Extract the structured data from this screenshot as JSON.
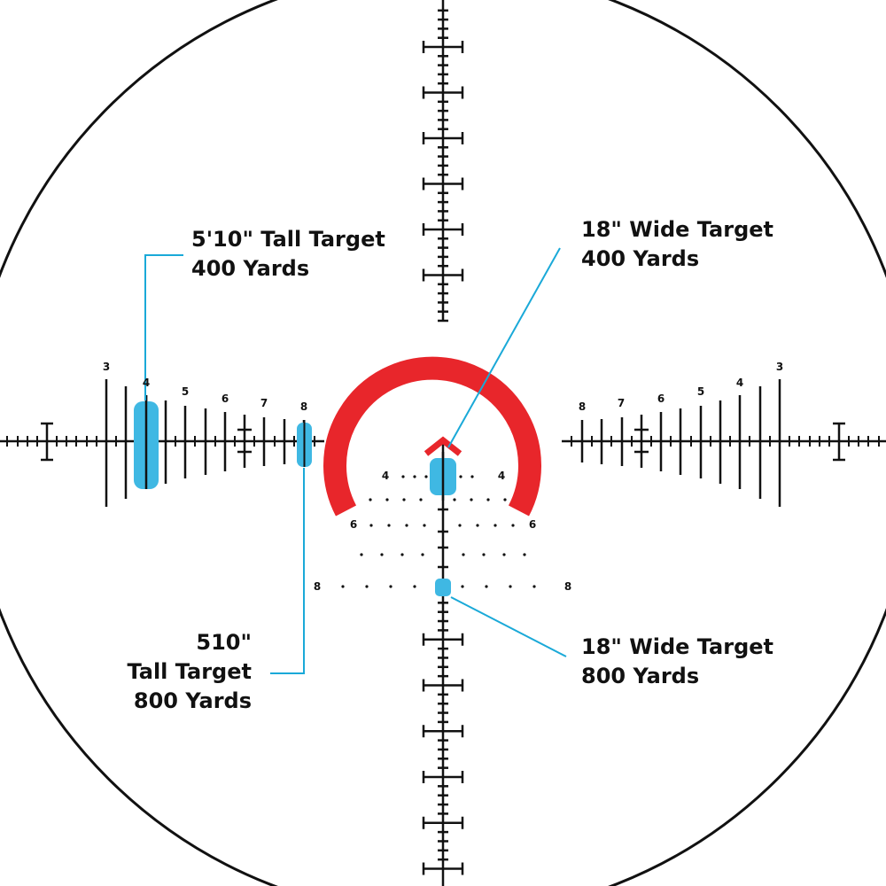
{
  "colors": {
    "reticle": "#111111",
    "horseshoe": "#e8262b",
    "target": "#3fb8e3",
    "leader": "#1aa9d8"
  },
  "callouts": {
    "tall_400": [
      "5'10\" Tall Target",
      "400 Yards"
    ],
    "wide_400": [
      "18\" Wide Target",
      "400 Yards"
    ],
    "tall_800": [
      "510\"",
      "Tall Target",
      "800 Yards"
    ],
    "wide_800": [
      "18\" Wide Target",
      "800 Yards"
    ]
  },
  "stadia_left": {
    "numbers": [
      "3",
      "4",
      "5",
      "6",
      "7",
      "8"
    ]
  },
  "stadia_right": {
    "numbers": [
      "8",
      "7",
      "6",
      "5",
      "4",
      "3"
    ]
  },
  "wind_rows": {
    "row_4": [
      "4",
      "4"
    ],
    "row_6": [
      "6",
      "6"
    ],
    "row_8": [
      "8",
      "8"
    ]
  },
  "icons": [
    "horseshoe-icon",
    "chevron-up-icon",
    "target-silhouette-icon"
  ]
}
